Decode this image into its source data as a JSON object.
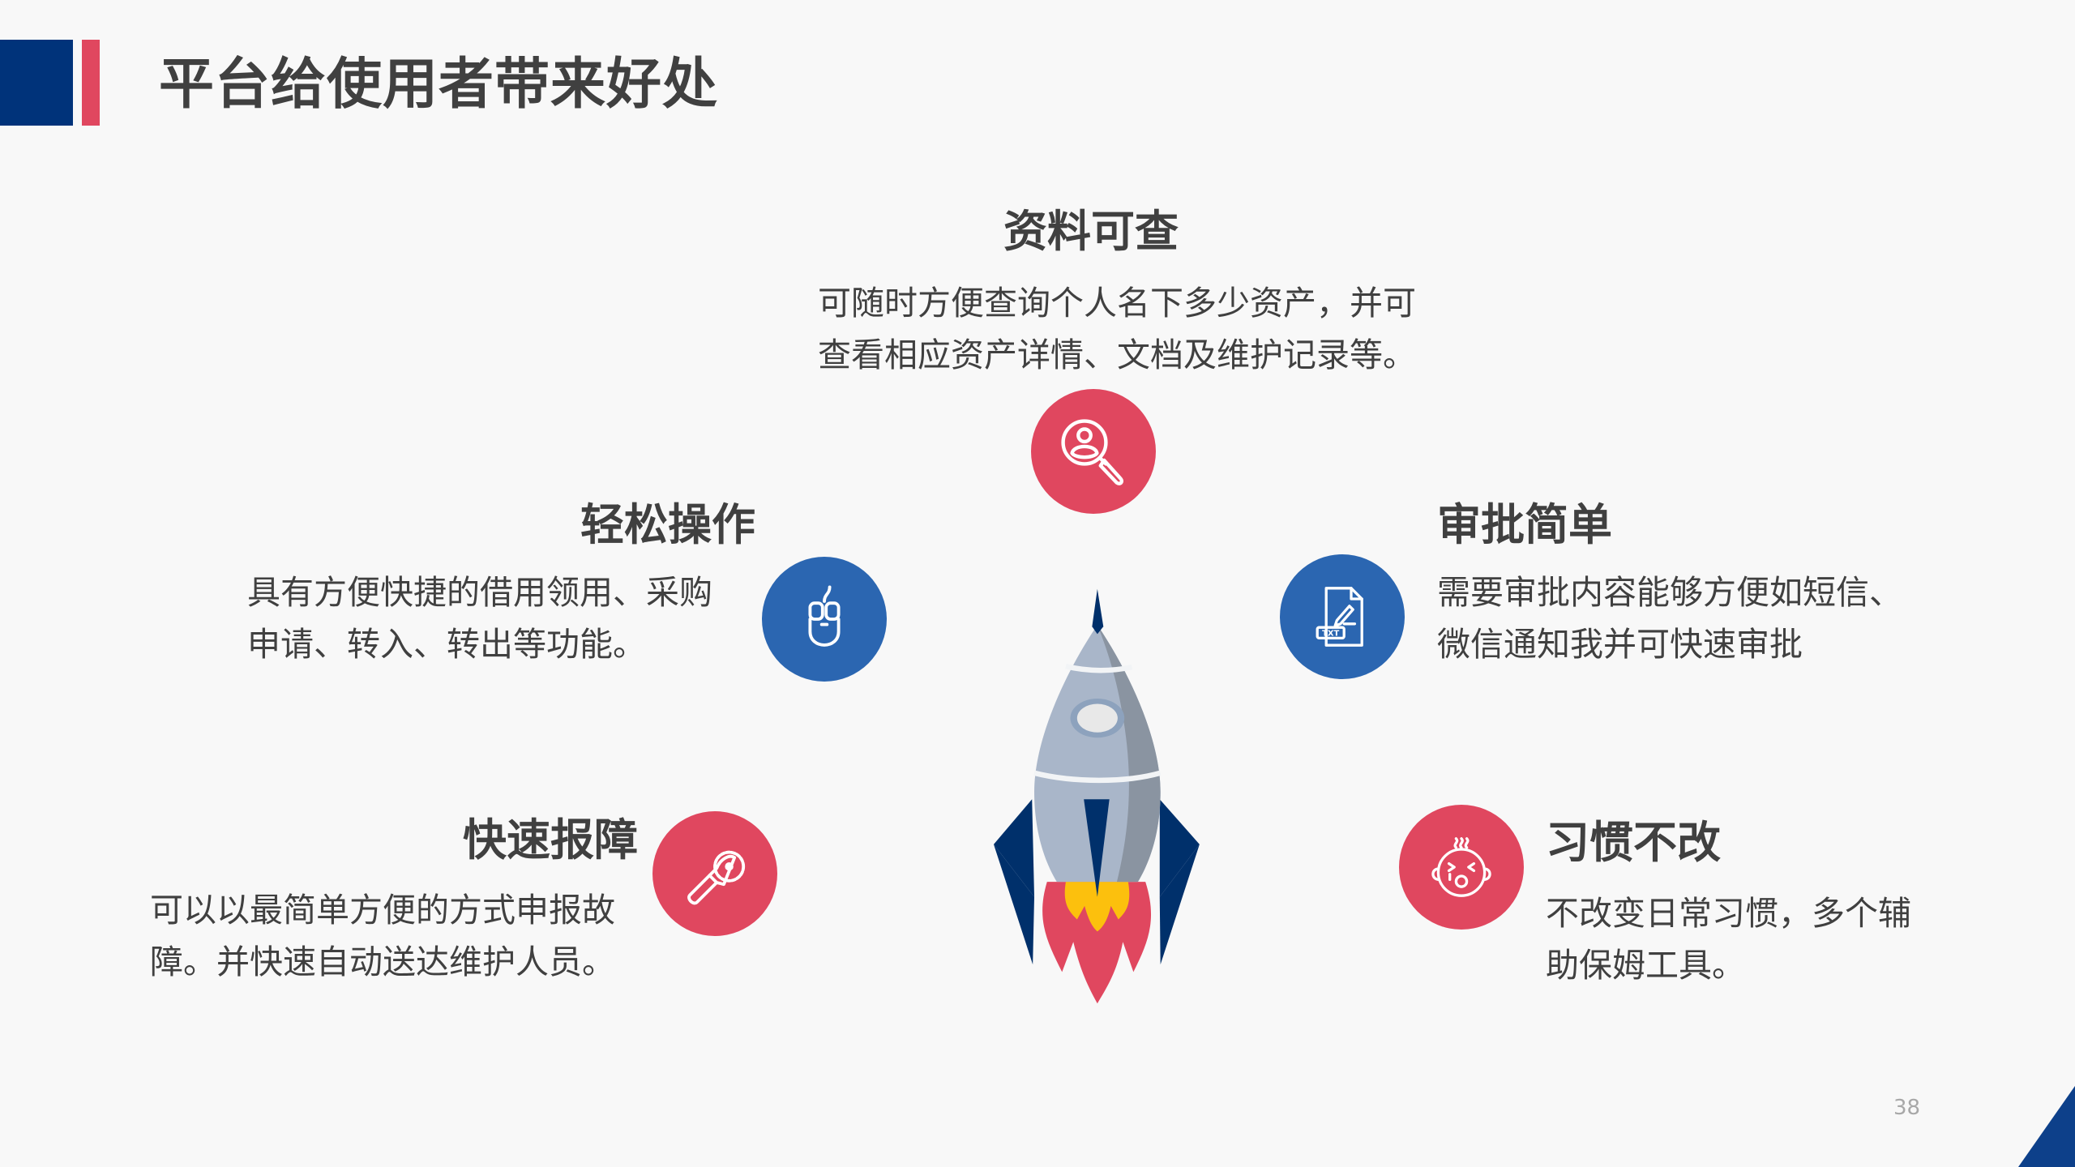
{
  "header": {
    "title": "平台给使用者带来好处",
    "accent_colors": {
      "navy": "#00337a",
      "pink": "#e0475f"
    }
  },
  "features": {
    "top": {
      "title": "资料可查",
      "lines": [
        "可随时方便查询个人名下多少资产，并可",
        "查看相应资产详情、文档及维护记录等。"
      ],
      "icon": "search-user-icon",
      "color": "#e0475f"
    },
    "left_mid": {
      "title": "轻松操作",
      "lines": [
        "具有方便快捷的借用领用、采购",
        "申请、转入、转出等功能。"
      ],
      "icon": "mouse-icon",
      "color": "#2b66b1"
    },
    "right_mid": {
      "title": "审批简单",
      "lines": [
        "需要审批内容能够方便如短信、",
        "微信通知我并可快速审批"
      ],
      "icon": "txt-document-icon",
      "color": "#2b66b1"
    },
    "left_bottom": {
      "title": "快速报障",
      "lines": [
        "可以以最简单方便的方式申报故",
        "障。并快速自动送达维护人员。"
      ],
      "icon": "grinder-tool-icon",
      "color": "#e0475f"
    },
    "right_bottom": {
      "title": "习惯不改",
      "lines": [
        "不改变日常习惯，多个辅",
        "助保姆工具。"
      ],
      "icon": "crying-baby-icon",
      "color": "#e0475f"
    }
  },
  "center_graphic": "rocket-illustration",
  "footer": {
    "page_number": "38"
  }
}
